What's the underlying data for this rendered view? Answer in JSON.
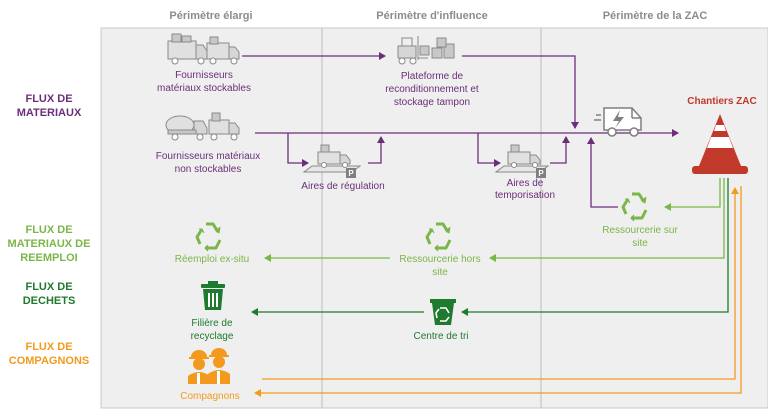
{
  "perimeters": {
    "elargi": "Périmètre élargi",
    "influence": "Périmètre d'influence",
    "zac": "Périmètre de la ZAC"
  },
  "rows": {
    "materiaux": [
      "FLUX DE",
      "MATERIAUX"
    ],
    "reemploi": [
      "FLUX DE",
      "MATERIAUX DE",
      "REEMPLOI"
    ],
    "dechets": [
      "FLUX DE",
      "DECHETS"
    ],
    "compagnons": [
      "FLUX DE",
      "COMPAGNONS"
    ]
  },
  "nodes": {
    "fournisseurs_stockables": [
      "Fournisseurs",
      "matériaux stockables"
    ],
    "plateforme": [
      "Plateforme de",
      "reconditionnement et",
      "stockage tampon"
    ],
    "chantiers": "Chantiers ZAC",
    "fournisseurs_non_stockables": [
      "Fournisseurs matériaux",
      "non stockables"
    ],
    "aires_regulation": "Aires de régulation",
    "aires_temporisation": [
      "Aires de",
      "temporisation"
    ],
    "ressourcerie_site": [
      "Ressourcerie sur",
      "site"
    ],
    "reemploi_ex_situ": "Réemploi ex-situ",
    "ressourcerie_hors_site": [
      "Ressourcerie hors",
      "site"
    ],
    "filiere_recyclage": [
      "Filière de",
      "recyclage"
    ],
    "centre_tri": "Centre de tri",
    "compagnons": "Compagnons"
  },
  "colors": {
    "materiaux": "#6b2f7a",
    "reemploi": "#7ab648",
    "dechets": "#1e7a2e",
    "compagnons": "#f39a1e",
    "chantiers": "#c0392b",
    "grey_icon": "#a6a6a6",
    "panel": "#efefef"
  },
  "icons": {
    "trucks": "delivery-trucks-icon",
    "forklift": "forklift-icon",
    "mixer": "concrete-mixer-icon",
    "parking": "truck-parking-icon",
    "electric_van": "electric-van-icon",
    "cone": "traffic-cone-icon",
    "recycle": "recycle-icon",
    "bin": "trash-bin-icon",
    "recycle_bin": "recycling-bin-icon",
    "workers": "workers-icon"
  }
}
